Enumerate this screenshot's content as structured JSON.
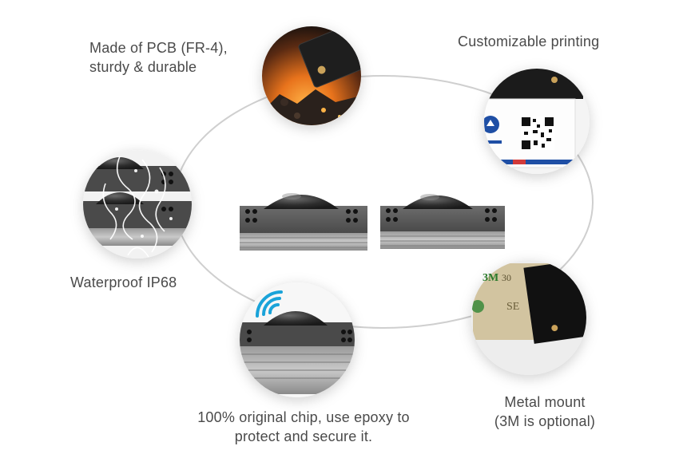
{
  "features": {
    "pcb": {
      "line1": "Made of PCB (FR-4),",
      "line2": "sturdy & durable"
    },
    "printing": {
      "line1": "Customizable printing"
    },
    "waterproof": {
      "line1": "Waterproof IP68"
    },
    "chip": {
      "line1": "100% original chip, use epoxy to",
      "line2": "protect and secure it."
    },
    "mount": {
      "line1": "Metal mount",
      "line2": "(3M is optional)"
    }
  },
  "sticker_text": {
    "brand": "3M",
    "number": "30",
    "mirror": "SE"
  },
  "colors": {
    "ring": "#cfcfcf",
    "tag_body": "#5a5a5a",
    "epoxy": "#2e2e2e",
    "fire": "#e8731c",
    "card_blue": "#1f4fa5",
    "card_red": "#d23a3a",
    "wifi": "#1aa3d9"
  }
}
